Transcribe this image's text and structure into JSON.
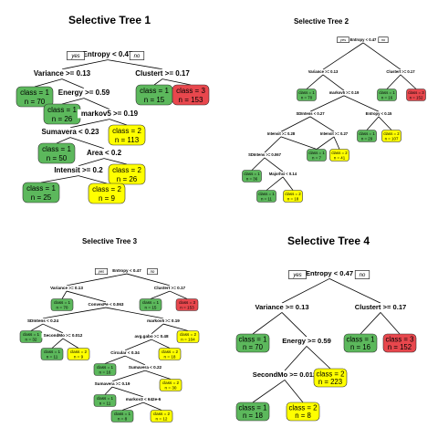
{
  "colors": {
    "class1": "#5cb85c",
    "class2": "#ffff00",
    "class3": "#e8474d",
    "edge": "#000000"
  },
  "trees": [
    {
      "title": "Selective Tree 1",
      "yes_label": "yes",
      "no_label": "no",
      "nodes": [
        {
          "id": "t1n0",
          "type": "split",
          "text": "Entropy < 0.47"
        },
        {
          "id": "t1n1",
          "type": "split",
          "text": "Variance >= 0.13"
        },
        {
          "id": "t1n2",
          "type": "split",
          "text": "Clustert >= 0.17"
        },
        {
          "id": "t1n3",
          "type": "leaf",
          "class": "1",
          "line1": "class = 1",
          "line2": "n = 70"
        },
        {
          "id": "t1n4",
          "type": "split",
          "text": "Energy >= 0.59"
        },
        {
          "id": "t1n5",
          "type": "leaf",
          "class": "1",
          "line1": "class = 1",
          "line2": "n = 15"
        },
        {
          "id": "t1n6",
          "type": "leaf",
          "class": "3",
          "line1": "class = 3",
          "line2": "n = 153"
        },
        {
          "id": "t1n7",
          "type": "leaf",
          "class": "1",
          "line1": "class = 1",
          "line2": "n = 26"
        },
        {
          "id": "t1n8",
          "type": "split",
          "text": "markov5 >= 0.19"
        },
        {
          "id": "t1n9",
          "type": "split",
          "text": "Sumavera < 0.23"
        },
        {
          "id": "t1n10",
          "type": "leaf",
          "class": "2",
          "line1": "class = 2",
          "line2": "n = 113"
        },
        {
          "id": "t1n11",
          "type": "leaf",
          "class": "1",
          "line1": "class = 1",
          "line2": "n = 50"
        },
        {
          "id": "t1n12",
          "type": "split",
          "text": "Area < 0.2"
        },
        {
          "id": "t1n13",
          "type": "split",
          "text": "Intensit >= 0.2"
        },
        {
          "id": "t1n14",
          "type": "leaf",
          "class": "2",
          "line1": "class = 2",
          "line2": "n = 26"
        },
        {
          "id": "t1n15",
          "type": "leaf",
          "class": "1",
          "line1": "class = 1",
          "line2": "n = 25"
        },
        {
          "id": "t1n16",
          "type": "leaf",
          "class": "2",
          "line1": "class = 2",
          "line2": "n = 9"
        }
      ]
    },
    {
      "title": "Selective Tree 2",
      "yes_label": "yes",
      "no_label": "no",
      "nodes": [
        {
          "id": "t2n0",
          "type": "split",
          "text": "Entropy < 0.47"
        },
        {
          "id": "t2n1",
          "type": "split",
          "text": "Variance >= 0.13"
        },
        {
          "id": "t2n2",
          "type": "split",
          "text": "Clustert >= 0.17"
        },
        {
          "id": "t2n3",
          "type": "leaf",
          "class": "1",
          "line1": "class = 1",
          "line2": "n = 70"
        },
        {
          "id": "t2n4",
          "type": "split",
          "text": "markov5 >= 0.19"
        },
        {
          "id": "t2n5",
          "type": "leaf",
          "class": "1",
          "line1": "class = 1",
          "line2": "n = 16"
        },
        {
          "id": "t2n6",
          "type": "leaf",
          "class": "3",
          "line1": "class = 3",
          "line2": "n = 152"
        },
        {
          "id": "t2n7",
          "type": "split",
          "text": "SDIntens < 0.27"
        },
        {
          "id": "t2n8",
          "type": "split",
          "text": "Entropy < 0.15"
        },
        {
          "id": "t2n9",
          "type": "split",
          "text": "Intensit >= 0.28"
        },
        {
          "id": "t2n10",
          "type": "split",
          "text": "Intensit >= 0.27"
        },
        {
          "id": "t2n11",
          "type": "leaf",
          "class": "1",
          "line1": "class = 1",
          "line2": "n = 29"
        },
        {
          "id": "t2n12",
          "type": "leaf",
          "class": "2",
          "line1": "class = 2",
          "line2": "n = 107"
        },
        {
          "id": "t2n13",
          "type": "split",
          "text": "SDIntens >= 0.067"
        },
        {
          "id": "t2n14",
          "type": "leaf",
          "class": "1",
          "line1": "class = 1",
          "line2": "n = 7"
        },
        {
          "id": "t2n15",
          "type": "leaf",
          "class": "2",
          "line1": "class = 2",
          "line2": "n = 41"
        },
        {
          "id": "t2n16",
          "type": "leaf",
          "class": "1",
          "line1": "class = 1",
          "line2": "n = 36"
        },
        {
          "id": "t2n17",
          "type": "split",
          "text": "Majorhxi < 0.14"
        },
        {
          "id": "t2n18",
          "type": "leaf",
          "class": "1",
          "line1": "class = 1",
          "line2": "n = 11"
        },
        {
          "id": "t2n19",
          "type": "leaf",
          "class": "2",
          "line1": "class = 2",
          "line2": "n = 18"
        }
      ]
    },
    {
      "title": "Selective Tree 3",
      "yes_label": "yes",
      "no_label": "no",
      "nodes": [
        {
          "id": "t3n0",
          "type": "split",
          "text": "Entropy < 0.47"
        },
        {
          "id": "t3n1",
          "type": "split",
          "text": "Variance >= 0.13"
        },
        {
          "id": "t3n2",
          "type": "split",
          "text": "Clustert >= 0.17"
        },
        {
          "id": "t3n3",
          "type": "leaf",
          "class": "1",
          "line1": "class = 1",
          "line2": "n = 70"
        },
        {
          "id": "t3n4",
          "type": "split",
          "text": "ConvexPe < 0.063"
        },
        {
          "id": "t3n5",
          "type": "leaf",
          "class": "1",
          "line1": "class = 1",
          "line2": "n = 15"
        },
        {
          "id": "t3n6",
          "type": "leaf",
          "class": "3",
          "line1": "class = 3",
          "line2": "n = 153"
        },
        {
          "id": "t3n7",
          "type": "split",
          "text": "SDIntens < 0.24"
        },
        {
          "id": "t3n8",
          "type": "split",
          "text": "markov5 >= 0.19"
        },
        {
          "id": "t3n9",
          "type": "leaf",
          "class": "1",
          "line1": "class = 1",
          "line2": "n = 32"
        },
        {
          "id": "t3n10",
          "type": "split",
          "text": "SecondMo >= 0.012"
        },
        {
          "id": "t3n11",
          "type": "split",
          "text": "avg.gabo >= 0.48"
        },
        {
          "id": "t3n12",
          "type": "leaf",
          "class": "2",
          "line1": "class = 2",
          "line2": "n = 104"
        },
        {
          "id": "t3n13",
          "type": "leaf",
          "class": "1",
          "line1": "class = 1",
          "line2": "n = 11"
        },
        {
          "id": "t3n14",
          "type": "leaf",
          "class": "2",
          "line1": "class = 2",
          "line2": "n = 9"
        },
        {
          "id": "t3n15",
          "type": "split",
          "text": "Circular < 0.34"
        },
        {
          "id": "t3n16",
          "type": "leaf",
          "class": "2",
          "line1": "class = 2",
          "line2": "n = 18"
        },
        {
          "id": "t3n17",
          "type": "leaf",
          "class": "1",
          "line1": "class = 1",
          "line2": "n = 16"
        },
        {
          "id": "t3n18",
          "type": "split",
          "text": "Sumavera < 0.22"
        },
        {
          "id": "t3n19",
          "type": "split",
          "text": "Sumavera >= 0.19"
        },
        {
          "id": "t3n20",
          "type": "leaf",
          "class": "2",
          "line1": "class = 2",
          "line2": "n = 30"
        },
        {
          "id": "t3n21",
          "type": "leaf",
          "class": "1",
          "line1": "class = 1",
          "line2": "n = 11"
        },
        {
          "id": "t3n22",
          "type": "split",
          "text": "markov3 < 642e-6"
        },
        {
          "id": "t3n23",
          "type": "leaf",
          "class": "1",
          "line1": "class = 1",
          "line2": "n = 8"
        },
        {
          "id": "t3n24",
          "type": "leaf",
          "class": "2",
          "line1": "class = 2",
          "line2": "n = 12"
        }
      ]
    },
    {
      "title": "Selective Tree 4",
      "yes_label": "yes",
      "no_label": "no",
      "nodes": [
        {
          "id": "t4n0",
          "type": "split",
          "text": "Entropy < 0.47"
        },
        {
          "id": "t4n1",
          "type": "split",
          "text": "Variance >= 0.13"
        },
        {
          "id": "t4n2",
          "type": "split",
          "text": "Clustert >= 0.17"
        },
        {
          "id": "t4n3",
          "type": "leaf",
          "class": "1",
          "line1": "class = 1",
          "line2": "n = 70"
        },
        {
          "id": "t4n4",
          "type": "split",
          "text": "Energy >= 0.59"
        },
        {
          "id": "t4n5",
          "type": "leaf",
          "class": "1",
          "line1": "class = 1",
          "line2": "n = 16"
        },
        {
          "id": "t4n6",
          "type": "leaf",
          "class": "3",
          "line1": "class = 3",
          "line2": "n = 152"
        },
        {
          "id": "t4n7",
          "type": "split",
          "text": "SecondMo >= 0.012"
        },
        {
          "id": "t4n8",
          "type": "leaf",
          "class": "2",
          "line1": "class = 2",
          "line2": "n = 223"
        },
        {
          "id": "t4n9",
          "type": "leaf",
          "class": "1",
          "line1": "class = 1",
          "line2": "n = 18"
        },
        {
          "id": "t4n10",
          "type": "leaf",
          "class": "2",
          "line1": "class = 2",
          "line2": "n = 8"
        }
      ]
    }
  ]
}
